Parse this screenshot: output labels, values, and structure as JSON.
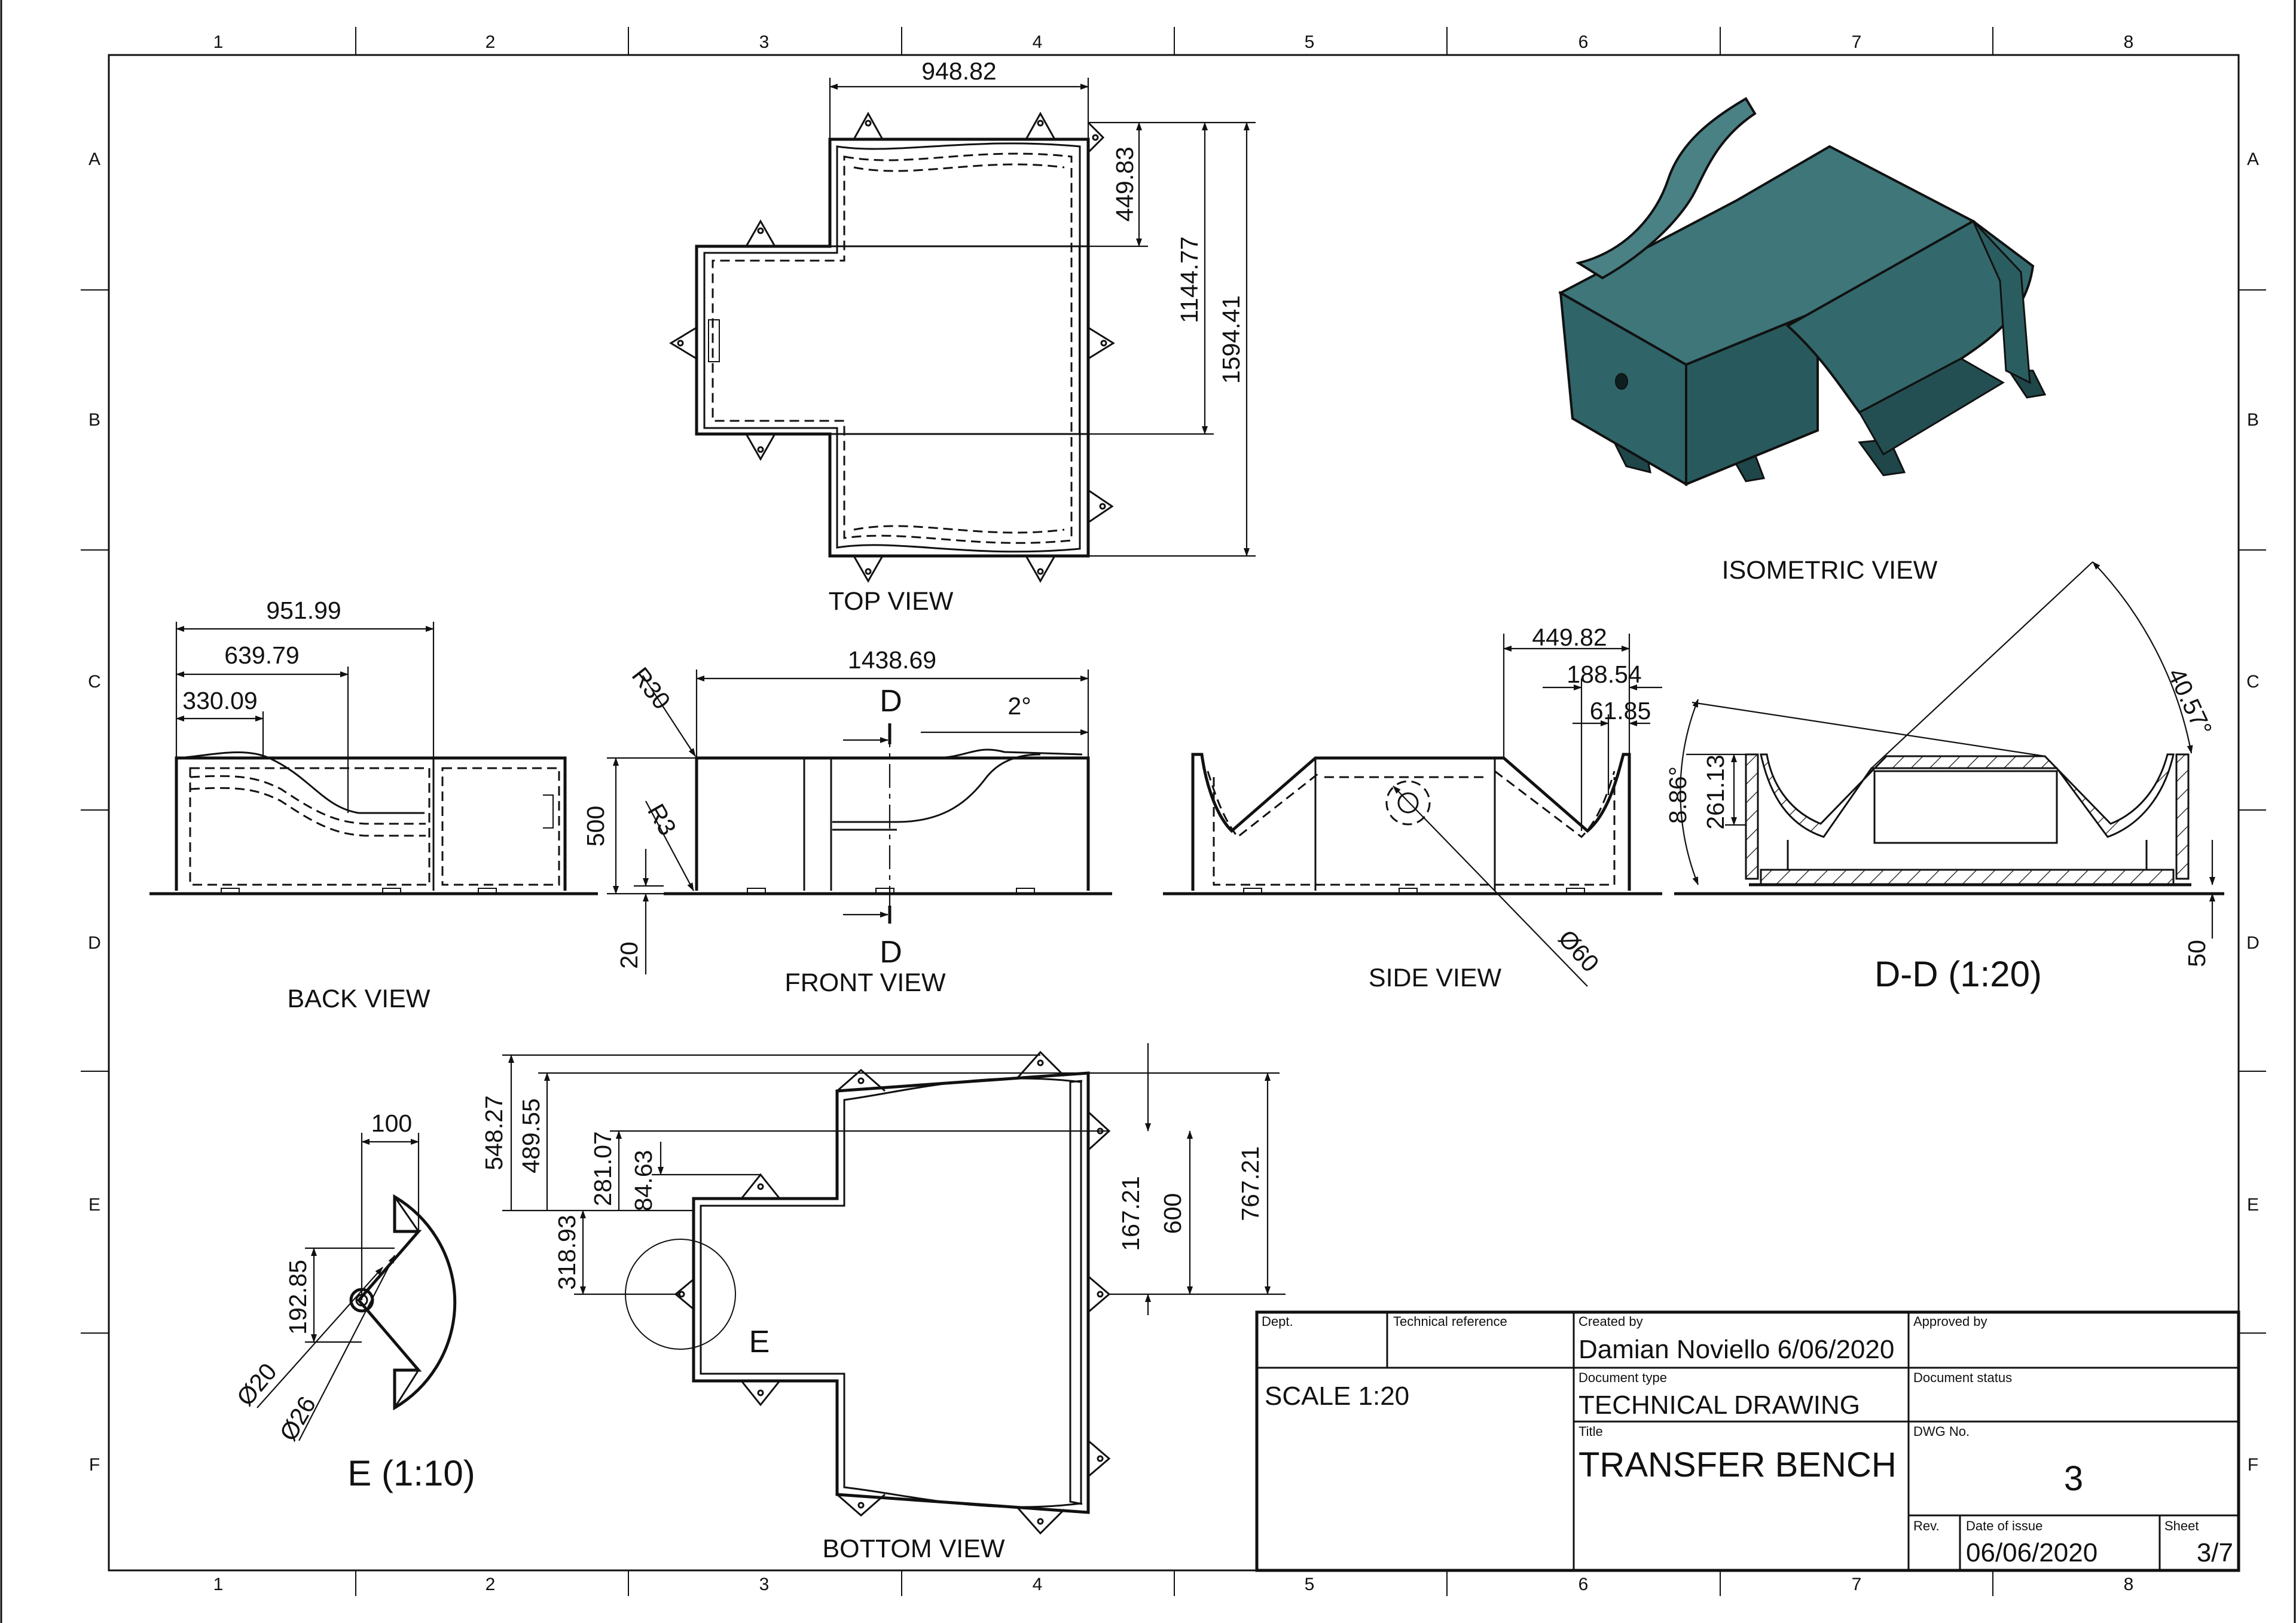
{
  "zones": {
    "columns": [
      "1",
      "2",
      "3",
      "4",
      "5",
      "6",
      "7",
      "8"
    ],
    "rows": [
      "A",
      "B",
      "C",
      "D",
      "E",
      "F"
    ]
  },
  "views": {
    "top": "TOP VIEW",
    "isometric": "ISOMETRIC VIEW",
    "back": "BACK VIEW",
    "front": "FRONT VIEW",
    "side": "SIDE VIEW",
    "section": "D-D (1:20)",
    "bottom": "BOTTOM VIEW",
    "detail": "E (1:10)",
    "section_mark": "D",
    "detail_mark": "E"
  },
  "dimensions": {
    "top": [
      "948.82",
      "449.83",
      "1144.77",
      "1594.41"
    ],
    "back": [
      "951.99",
      "639.79",
      "330.09"
    ],
    "front": [
      "1438.69",
      "2°",
      "R30",
      "R3",
      "500",
      "20"
    ],
    "side": [
      "449.82",
      "188.54",
      "61.85",
      "Ø60"
    ],
    "section": [
      "40.57°",
      "8.86°",
      "261.13",
      "50"
    ],
    "bottom": [
      "548.27",
      "489.55",
      "281.07",
      "84.63",
      "318.93",
      "167.21",
      "600",
      "767.21"
    ],
    "detail": [
      "100",
      "192.85",
      "Ø20",
      "Ø26"
    ]
  },
  "colors": {
    "model": "#2f6468",
    "model_dark": "#1f4649",
    "model_light": "#4a8185"
  },
  "title_block": {
    "dept_label": "Dept.",
    "techref_label": "Technical reference",
    "created_label": "Created by",
    "created_value": "Damian Noviello 6/06/2020",
    "approved_label": "Approved by",
    "scale_value": "SCALE 1:20",
    "doctype_label": "Document type",
    "doctype_value": "TECHNICAL DRAWING",
    "docstatus_label": "Document status",
    "title_label": "Title",
    "title_value": "TRANSFER BENCH",
    "dwg_label": "DWG No.",
    "dwg_value": "3",
    "rev_label": "Rev.",
    "date_label": "Date of issue",
    "date_value": "06/06/2020",
    "sheet_label": "Sheet",
    "sheet_value": "3/7"
  }
}
